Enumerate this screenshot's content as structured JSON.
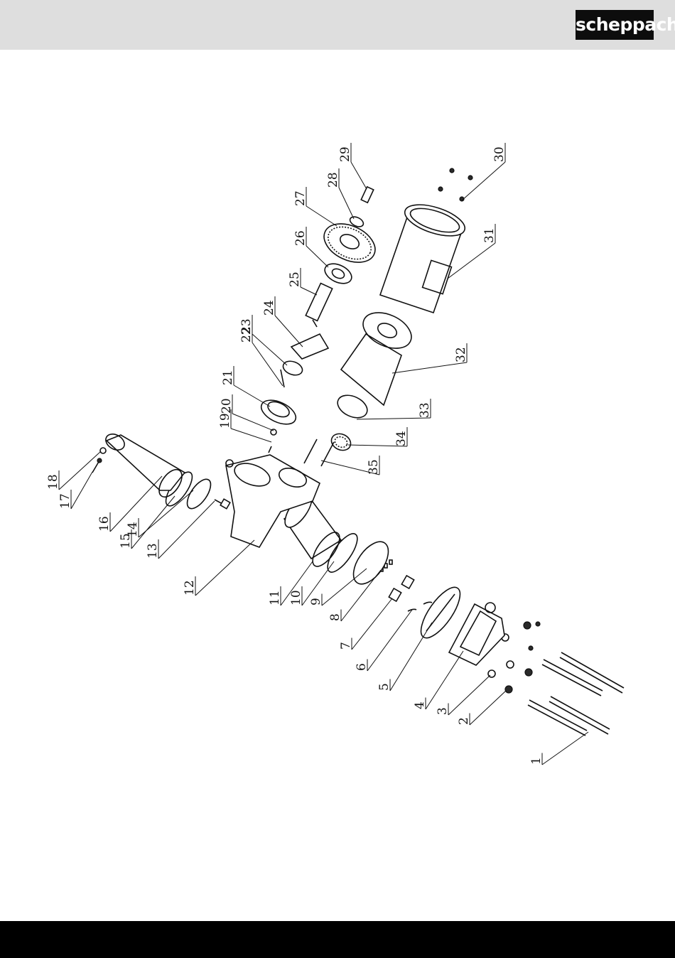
{
  "header": {
    "brand": "scheppach"
  },
  "diagram": {
    "callouts": [
      "1",
      "2",
      "3",
      "4",
      "5",
      "6",
      "7",
      "8",
      "9",
      "10",
      "11",
      "12",
      "13",
      "14",
      "15",
      "16",
      "17",
      "18",
      "19",
      "20",
      "21",
      "22",
      "23",
      "24",
      "25",
      "26",
      "27",
      "28",
      "29",
      "30",
      "31",
      "32",
      "33",
      "34",
      "35"
    ]
  }
}
